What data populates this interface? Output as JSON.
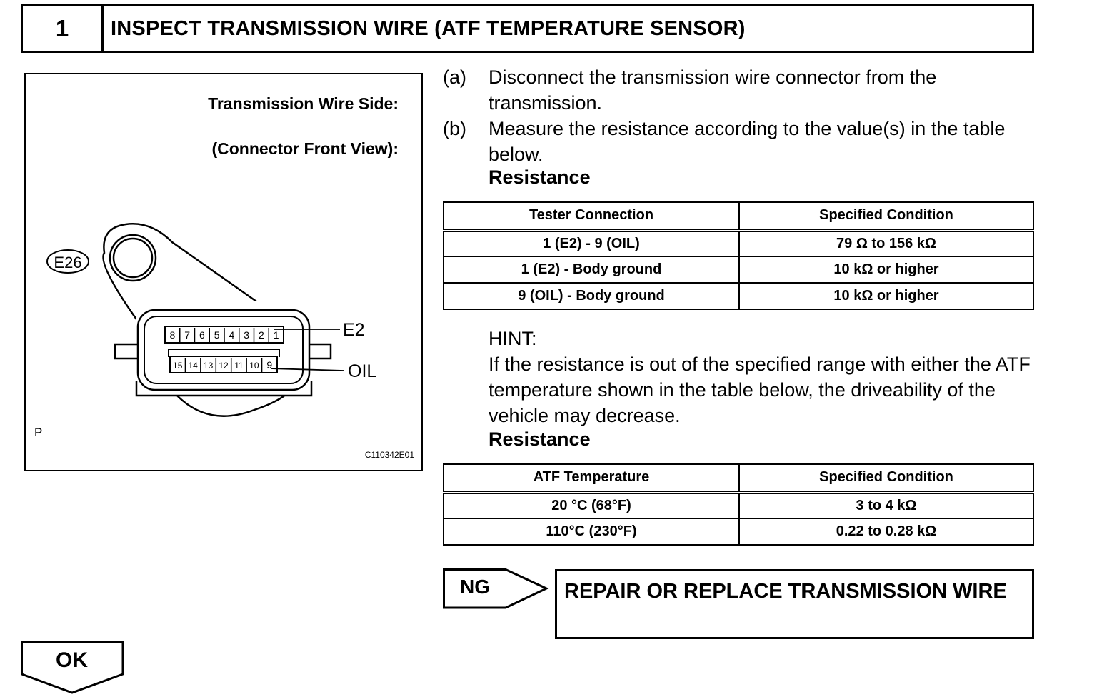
{
  "header": {
    "step_number": "1",
    "title": "INSPECT TRANSMISSION WIRE (ATF TEMPERATURE SENSOR)"
  },
  "figure": {
    "label_side": "Transmission Wire Side:",
    "label_view": "(Connector Front View):",
    "connector_id": "E26",
    "pins_top": [
      "8",
      "7",
      "6",
      "5",
      "4",
      "3",
      "2",
      "1"
    ],
    "pins_bottom": [
      "15",
      "14",
      "13",
      "12",
      "11",
      "10",
      "9"
    ],
    "callout_e2": "E2",
    "callout_oil": "OIL",
    "corner_mark": "P",
    "figure_code": "C110342E01"
  },
  "steps": [
    {
      "mark": "(a)",
      "text": "Disconnect the transmission wire connector from the transmission."
    },
    {
      "mark": "(b)",
      "text": "Measure the resistance according to the value(s) in the table below."
    }
  ],
  "resistance_heading_1": "Resistance",
  "table1": {
    "headers": [
      "Tester Connection",
      "Specified Condition"
    ],
    "rows": [
      [
        "1 (E2) - 9 (OIL)",
        "79 Ω to 156 kΩ"
      ],
      [
        "1 (E2) - Body ground",
        "10 kΩ or higher"
      ],
      [
        "9 (OIL) - Body ground",
        "10 kΩ or higher"
      ]
    ]
  },
  "hint": {
    "label": "HINT:",
    "text": "If the resistance is out of the specified range with either the ATF temperature shown in the table below, the driveability of the vehicle may decrease."
  },
  "resistance_heading_2": "Resistance",
  "table2": {
    "headers": [
      "ATF Temperature",
      "Specified Condition"
    ],
    "rows": [
      [
        "20 °C (68°F)",
        "3 to 4 kΩ"
      ],
      [
        "110°C (230°F)",
        "0.22 to 0.28 kΩ"
      ]
    ]
  },
  "result_ng": {
    "label": "NG",
    "action": "REPAIR OR REPLACE TRANSMISSION WIRE"
  },
  "result_ok": {
    "label": "OK"
  }
}
